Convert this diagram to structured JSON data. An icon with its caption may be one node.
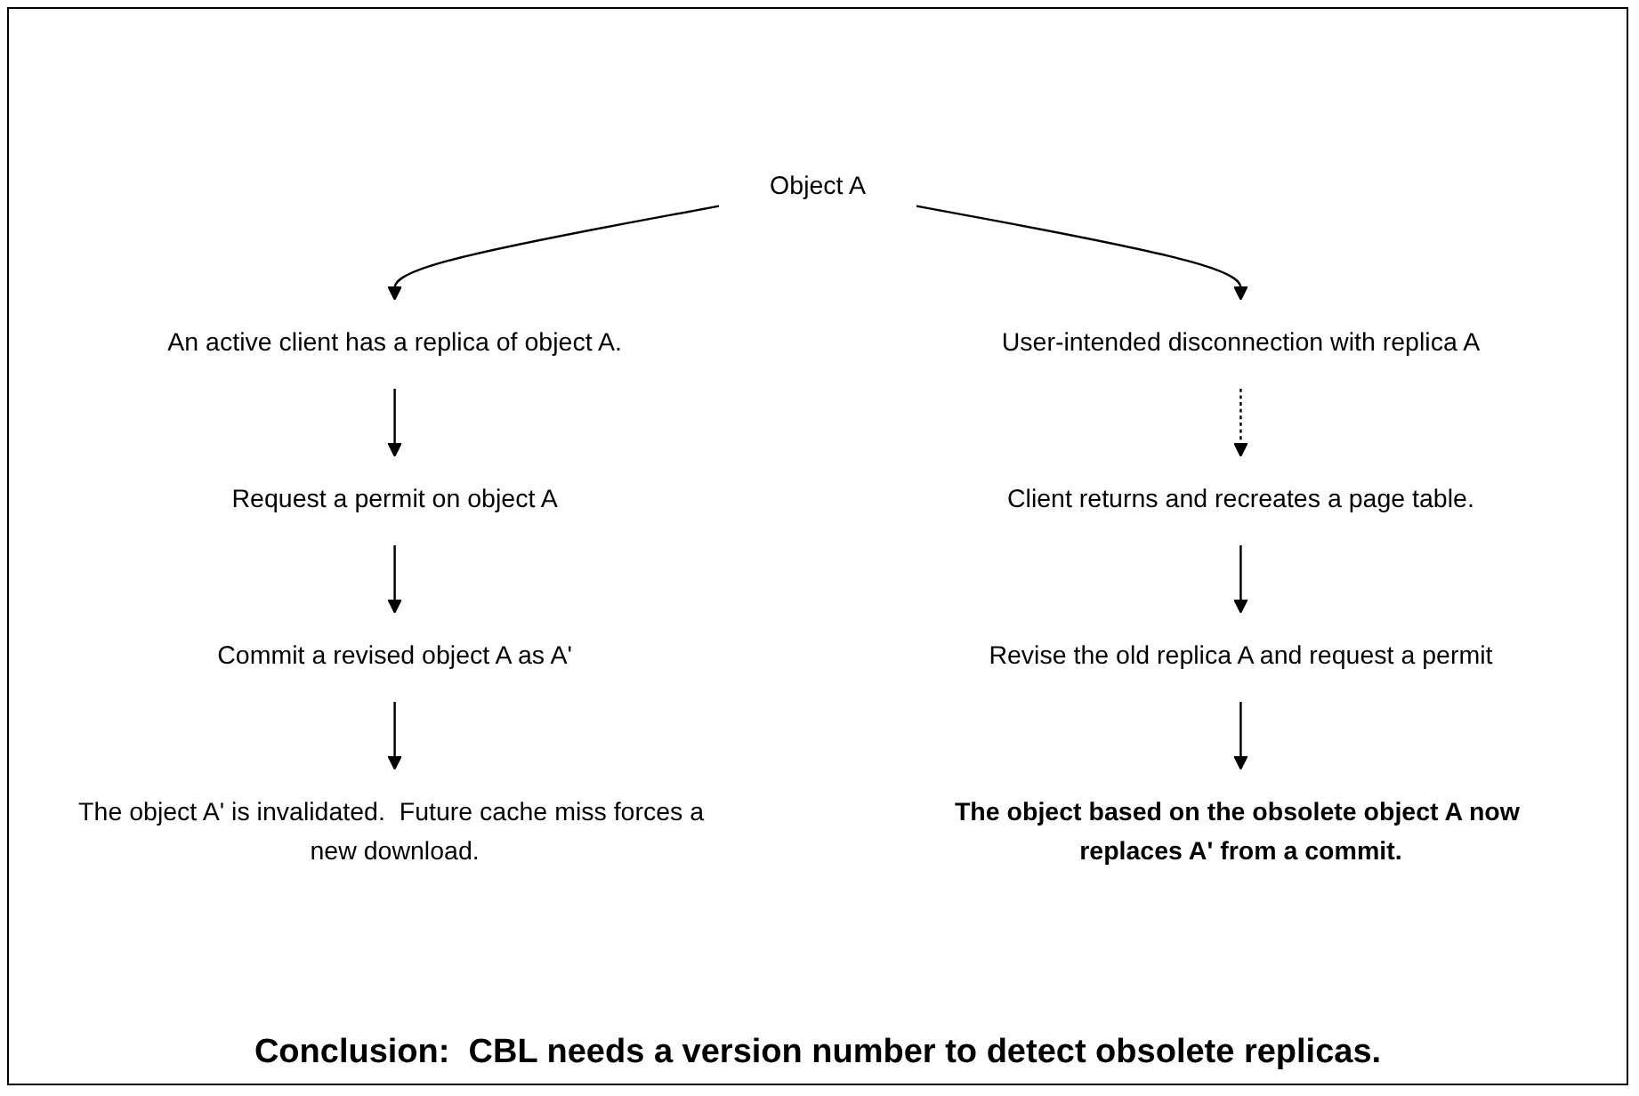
{
  "diagram": {
    "caption": "Conclusion:  CBL needs a version number to detect obsolete replicas.",
    "nodes": [
      {
        "text": [
          "Object A"
        ]
      },
      {
        "text": [
          "An active client has a replica of object A."
        ]
      },
      {
        "text": [
          "User-intended disconnection with replica A"
        ]
      },
      {
        "text": [
          "Request a permit on object A"
        ]
      },
      {
        "text": [
          "Commit a revised object A as A'"
        ]
      },
      {
        "text": [
          "The object A' is invalidated.  Future cache miss forces a new download."
        ]
      },
      {
        "text": [
          "Client returns and recreates a page table."
        ]
      },
      {
        "text": [
          "Revise the old replica A and request a permit"
        ]
      },
      {
        "text": [
          "The object based on the obsolete object A now replaces A' from a commit."
        ]
      }
    ],
    "edges": [
      {
        "from": 0,
        "to": 1,
        "arrow": "to"
      },
      {
        "from": 0,
        "to": 2,
        "arrow": "to"
      },
      {
        "from": 1,
        "to": 3,
        "arrow": "to"
      },
      {
        "from": 3,
        "to": 4,
        "arrow": "to"
      },
      {
        "from": 4,
        "to": 5,
        "arrow": "to"
      },
      {
        "from": 2,
        "to": 6,
        "arrow": "to",
        "style": "dashed"
      },
      {
        "from": 6,
        "to": 7,
        "arrow": "to"
      },
      {
        "from": 7,
        "to": 8,
        "arrow": "to"
      }
    ]
  }
}
